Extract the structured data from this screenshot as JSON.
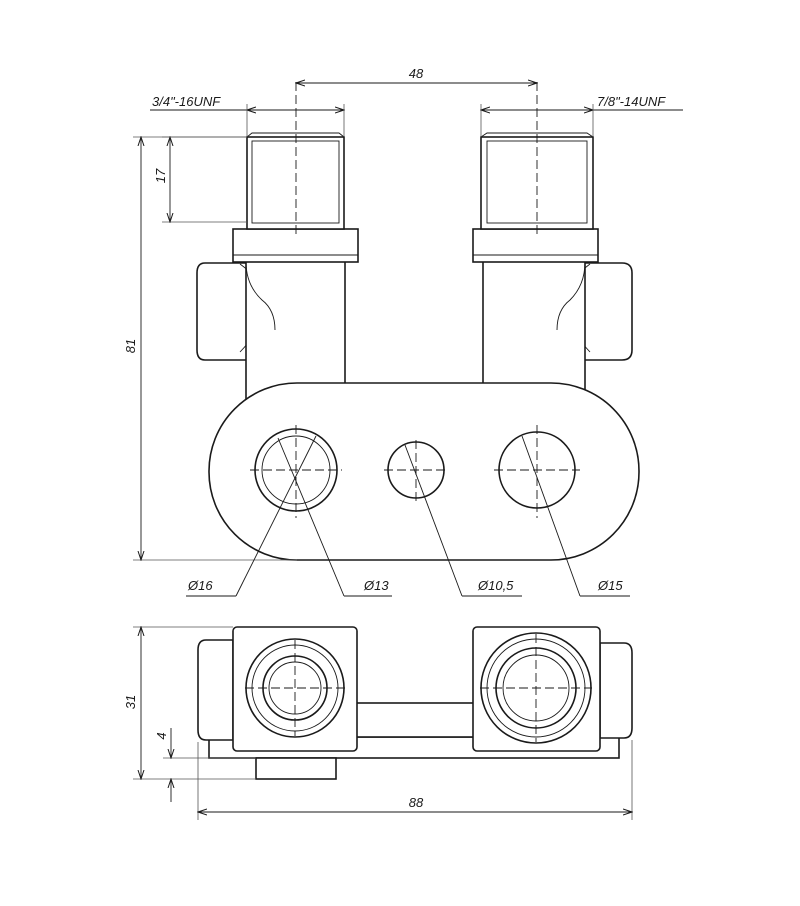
{
  "dimensions": {
    "spacing": "48",
    "thread_left": "3/4\"-16UNF",
    "thread_right": "7/8\"-14UNF",
    "thread_length": "17",
    "total_height": "81",
    "dia_16": "Ø16",
    "dia_13": "Ø13",
    "dia_10_5": "Ø10,5",
    "dia_15": "Ø15",
    "depth": "31",
    "offset": "4",
    "total_width": "88"
  },
  "colors": {
    "line": "#1a1a1a",
    "background": "#ffffff"
  }
}
